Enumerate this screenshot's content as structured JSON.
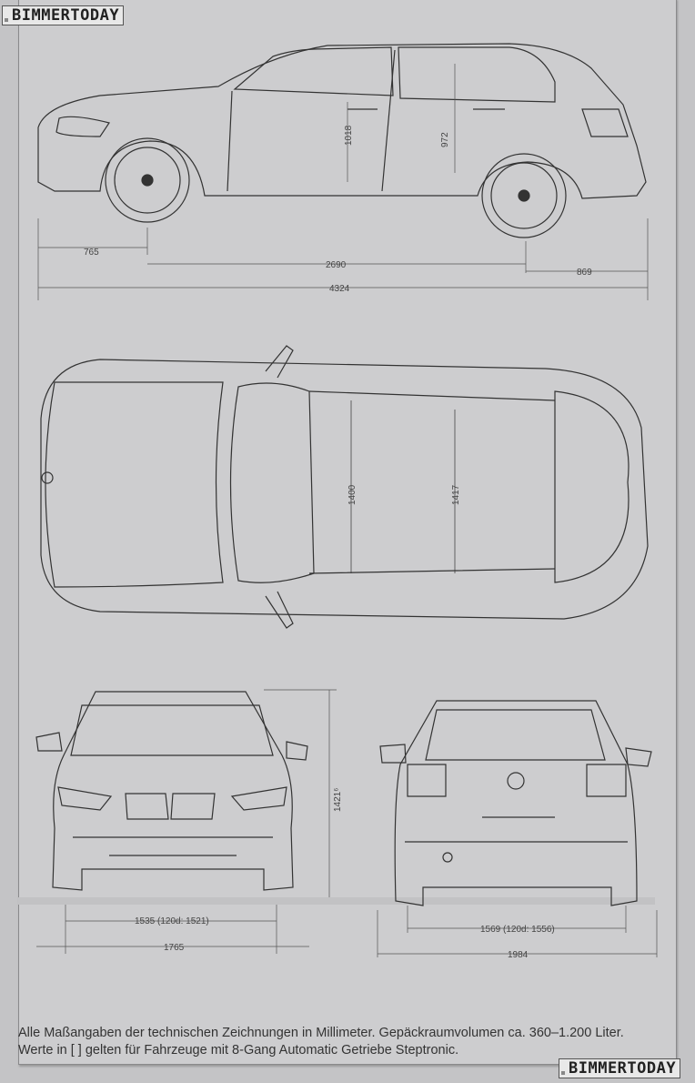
{
  "watermark": "BIMMERTODAY",
  "side_view": {
    "front_overhang": "765",
    "wheelbase": "2690",
    "rear_overhang": "869",
    "length": "4324",
    "front_headroom": "1018",
    "rear_headroom": "972"
  },
  "top_view": {
    "front_shoulder": "1400",
    "rear_shoulder": "1417"
  },
  "front_view": {
    "track": "1535 (120d: 1521)",
    "width": "1765",
    "height": "1421⁶"
  },
  "rear_view": {
    "track": "1569 (120d: 1556)",
    "width_mirrors": "1984"
  },
  "footnote": {
    "line1": "Alle Maßangaben der technischen Zeichnungen in Millimeter. Gepäckraumvolumen ca. 360–1.200 Liter.",
    "line2": "Werte in [ ] gelten für Fahrzeuge mit 8-Gang Automatic Getriebe Steptronic."
  }
}
